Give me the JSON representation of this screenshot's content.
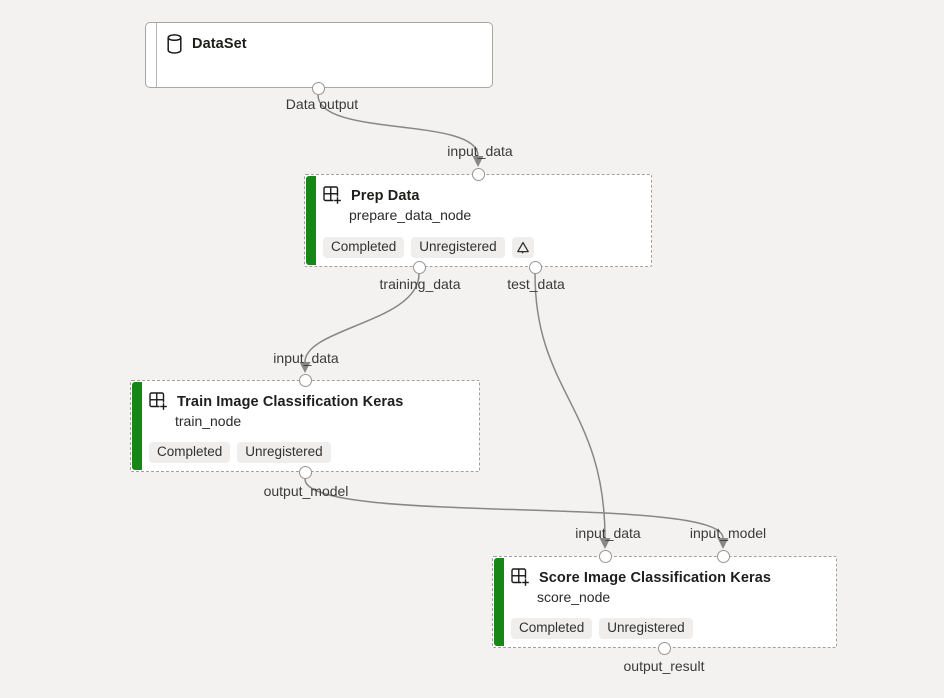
{
  "app": {
    "view": "pipeline-graph-canvas"
  },
  "colors": {
    "canvas_bg": "#f3f2f1",
    "node_bg": "#ffffff",
    "accent_green": "#168716",
    "edge": "#898785",
    "badge_bg": "#f0eeec"
  },
  "nodes": {
    "dataset": {
      "title": "DataSet",
      "output_label": "Data output"
    },
    "prep": {
      "title": "Prep Data",
      "subtitle": "prepare_data_node",
      "status_badge": "Completed",
      "registration_badge": "Unregistered",
      "input_label": "input_data",
      "output_labels": [
        "training_data",
        "test_data"
      ]
    },
    "train": {
      "title": "Train Image Classification Keras",
      "subtitle": "train_node",
      "status_badge": "Completed",
      "registration_badge": "Unregistered",
      "input_label": "input_data",
      "output_label": "output_model"
    },
    "score": {
      "title": "Score Image Classification Keras",
      "subtitle": "score_node",
      "status_badge": "Completed",
      "registration_badge": "Unregistered",
      "input_labels": [
        "input_data",
        "input_model"
      ],
      "output_label": "output_result"
    }
  }
}
